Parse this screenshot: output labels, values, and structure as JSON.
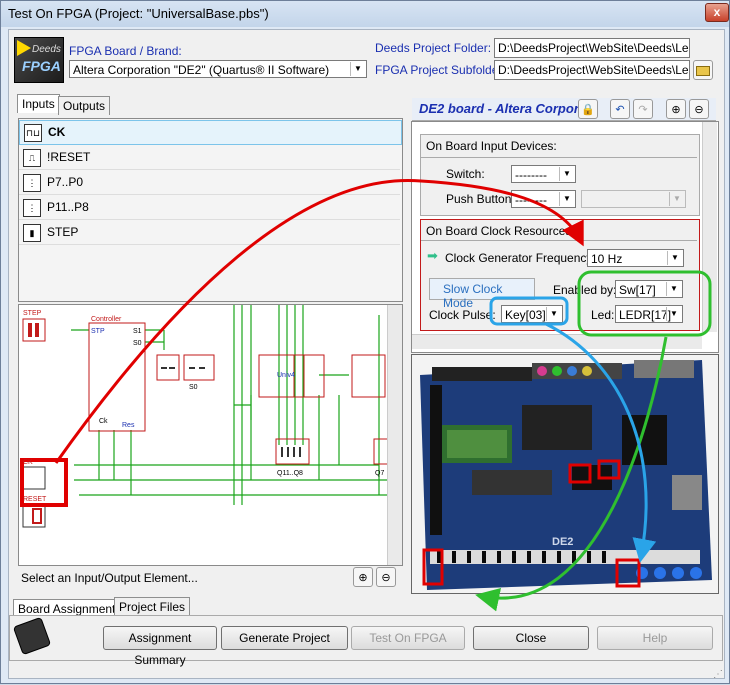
{
  "window": {
    "title": "Test On FPGA (Project: \"UniversalBase.pbs\")",
    "close_glyph": "x"
  },
  "header": {
    "logo_text_top": "Deeds",
    "logo_text_bottom": "FPGA",
    "board_label": "FPGA Board / Brand:",
    "board_value": "Altera Corporation \"DE2\"   (Quartus® II Software)",
    "project_folder_label": "Deeds Project Folder:",
    "project_folder_value": "D:\\DeedsProject\\WebSite\\Deeds\\Lear",
    "subfolder_label": "FPGA Project Subfolder:",
    "subfolder_value": "D:\\DeedsProject\\WebSite\\Deeds\\Lear"
  },
  "left": {
    "tabs": [
      "Inputs",
      "Outputs"
    ],
    "inputs": [
      {
        "label": "CK",
        "icon": "clock-icon",
        "selected": true
      },
      {
        "label": "!RESET",
        "icon": "reset-icon",
        "selected": false
      },
      {
        "label": "P7..P0",
        "icon": "port-icon",
        "selected": false
      },
      {
        "label": "P11..P8",
        "icon": "port-icon",
        "selected": false
      },
      {
        "label": "STEP",
        "icon": "step-icon",
        "selected": false
      }
    ],
    "schematic": {
      "labels": {
        "step": "STEP",
        "controller": "Controller",
        "stp": "STP",
        "s1": "S1",
        "s0": "S0",
        "ck": "Ck",
        "res": "Res",
        "s0b": "S0",
        "univ": "Univ4",
        "q11q8": "Q11..Q8",
        "ck_in": "CK",
        "reset_in": "RESET",
        "q7": "Q7"
      }
    },
    "status_text": "Select an Input/Output Element..."
  },
  "right": {
    "board_title": "DE2 board -  Altera Corpor",
    "input_devices_title": "On Board Input Devices:",
    "switch_label": "Switch:",
    "switch_value": "--------",
    "push_button_label": "Push Button:",
    "push_button_value": "--------",
    "clock_title": "On Board Clock Resources:",
    "clock_freq_label": "Clock Generator Frequency:",
    "clock_freq_value": "10 Hz",
    "slow_clock_mode": "Slow Clock Mode",
    "enabled_by_label": "Enabled by:",
    "enabled_by_value": "Sw[17]",
    "clock_pulse_label": "Clock Pulse:",
    "clock_pulse_value": "Key[03]",
    "led_label": "Led:",
    "led_value": "LEDR[17]",
    "board_image_label": "DE2"
  },
  "bottom_tabs": [
    "Board Assignments",
    "Project Files"
  ],
  "buttons": {
    "assignment_summary": "Assignment Summary",
    "generate_project": "Generate Project",
    "test_on_fpga": "Test On FPGA",
    "close": "Close",
    "help": "Help"
  },
  "colors": {
    "annotation_red": "#e00000",
    "annotation_green": "#2fbf2f",
    "annotation_blue": "#2aa4e8",
    "accent_blue": "#1a2fb0"
  }
}
